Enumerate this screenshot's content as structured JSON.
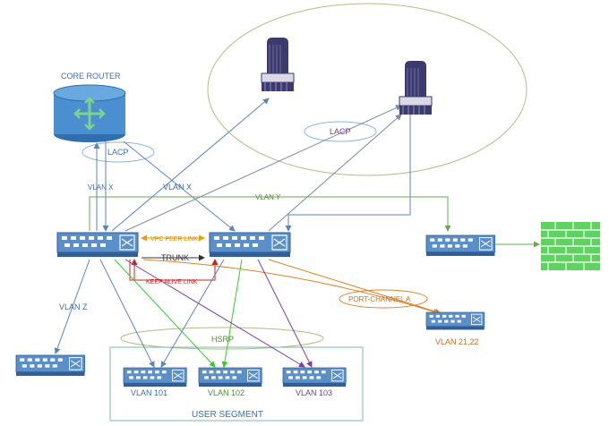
{
  "labels": {
    "core_router": "CORE ROUTER",
    "lacp_left": "LACP",
    "lacp_top": "LACP",
    "vlan_x_left": "VLAN X",
    "vlan_x_mid": "VLAN X",
    "vlan_y": "VLAN Y",
    "vpc_peer_link": "VPC PEER LINK",
    "trunk": "TRUNK",
    "keep_alive_link": "KEEP ALIVE LINK",
    "port_channel_a": "PORT-CHANNEL A",
    "vlan_z": "VLAN Z",
    "hsrp": "HSRP",
    "vlan_21_22": "VLAN 21,22",
    "vlan_101": "VLAN 101",
    "vlan_102": "VLAN 102",
    "vlan_103": "VLAN 103",
    "user_segment": "USER SEGMENT"
  },
  "colors": {
    "switch_fill": "#5b8fc9",
    "switch_dark": "#2f5f96",
    "router_fill": "#4a8fd0",
    "server_fill": "#3d3a6e",
    "firewall": "#5fd35f",
    "link_blue": "#5b86b5",
    "link_green": "#6aa84f",
    "link_orange": "#d9822b",
    "link_purple": "#7b3fa0",
    "link_red": "#cc2222",
    "link_lime": "#33cc33",
    "link_gray": "#7a8aa0",
    "ellipse_olive": "#b5ba8a",
    "ellipse_blue": "#8fb3d9",
    "text_blue": "#3f6f9f",
    "text_orange": "#c0701e",
    "text_green": "#4a8f2f",
    "text_purple": "#6a3f8f"
  },
  "icons": [
    "router-icon",
    "switch-icon",
    "server-tower-icon",
    "firewall-icon"
  ]
}
